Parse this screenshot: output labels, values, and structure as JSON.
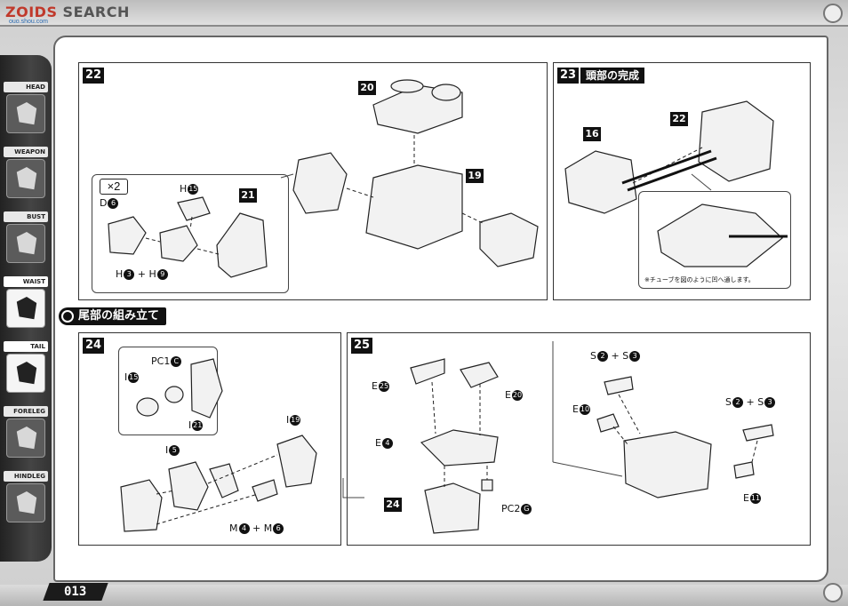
{
  "watermark": {
    "brand": "ZOIDS",
    "search": "SEARCH",
    "sub": "ouo.shou.com"
  },
  "sidebar": {
    "items": [
      {
        "label": "HEAD",
        "active": false
      },
      {
        "label": "WEAPON",
        "active": false
      },
      {
        "label": "BUST",
        "active": false
      },
      {
        "label": "WAIST",
        "active": true
      },
      {
        "label": "TAIL",
        "active": true
      },
      {
        "label": "FORELEG",
        "active": false
      },
      {
        "label": "HINDLEG",
        "active": false
      }
    ]
  },
  "page_number": "013",
  "steps": {
    "s22": {
      "number": "22",
      "x2": "×2",
      "labels": {
        "d6": {
          "text": "D",
          "num": "6"
        },
        "h15": {
          "text": "H",
          "num": "15"
        },
        "h3h9": {
          "text": "H",
          "num": "3",
          "plus": "+",
          "text2": "H",
          "num2": "9"
        }
      },
      "badges": {
        "b20": "20",
        "b19": "19",
        "b21": "21"
      }
    },
    "s23": {
      "number": "23",
      "title": "頭部の完成",
      "badges": {
        "b16": "16",
        "b22": "22"
      },
      "note": "※チューブを図のように凹へ通します。"
    },
    "section": {
      "title": "尾部の組み立て"
    },
    "s24": {
      "number": "24",
      "labels": {
        "pc1c": {
          "text": "PC1",
          "num": "C"
        },
        "i15": {
          "text": "I",
          "num": "15"
        },
        "i21": {
          "text": "I",
          "num": "21"
        },
        "i19": {
          "text": "I",
          "num": "19"
        },
        "i5": {
          "text": "I",
          "num": "5"
        },
        "m4m6": {
          "text": "M",
          "num": "4",
          "plus": "+",
          "text2": "M",
          "num2": "6"
        }
      }
    },
    "s25": {
      "number": "25",
      "labels": {
        "e25": {
          "text": "E",
          "num": "25"
        },
        "e20": {
          "text": "E",
          "num": "20"
        },
        "e4": {
          "text": "E",
          "num": "4"
        },
        "pc2g": {
          "text": "PC2",
          "num": "G"
        },
        "s2s3a": {
          "text": "S",
          "num": "2",
          "plus": "+",
          "text2": "S",
          "num2": "3"
        },
        "s2s3b": {
          "text": "S",
          "num": "2",
          "plus": "+",
          "text2": "S",
          "num2": "3"
        },
        "e10": {
          "text": "E",
          "num": "10"
        },
        "e11": {
          "text": "E",
          "num": "11"
        }
      },
      "badges": {
        "b24": "24"
      }
    }
  }
}
